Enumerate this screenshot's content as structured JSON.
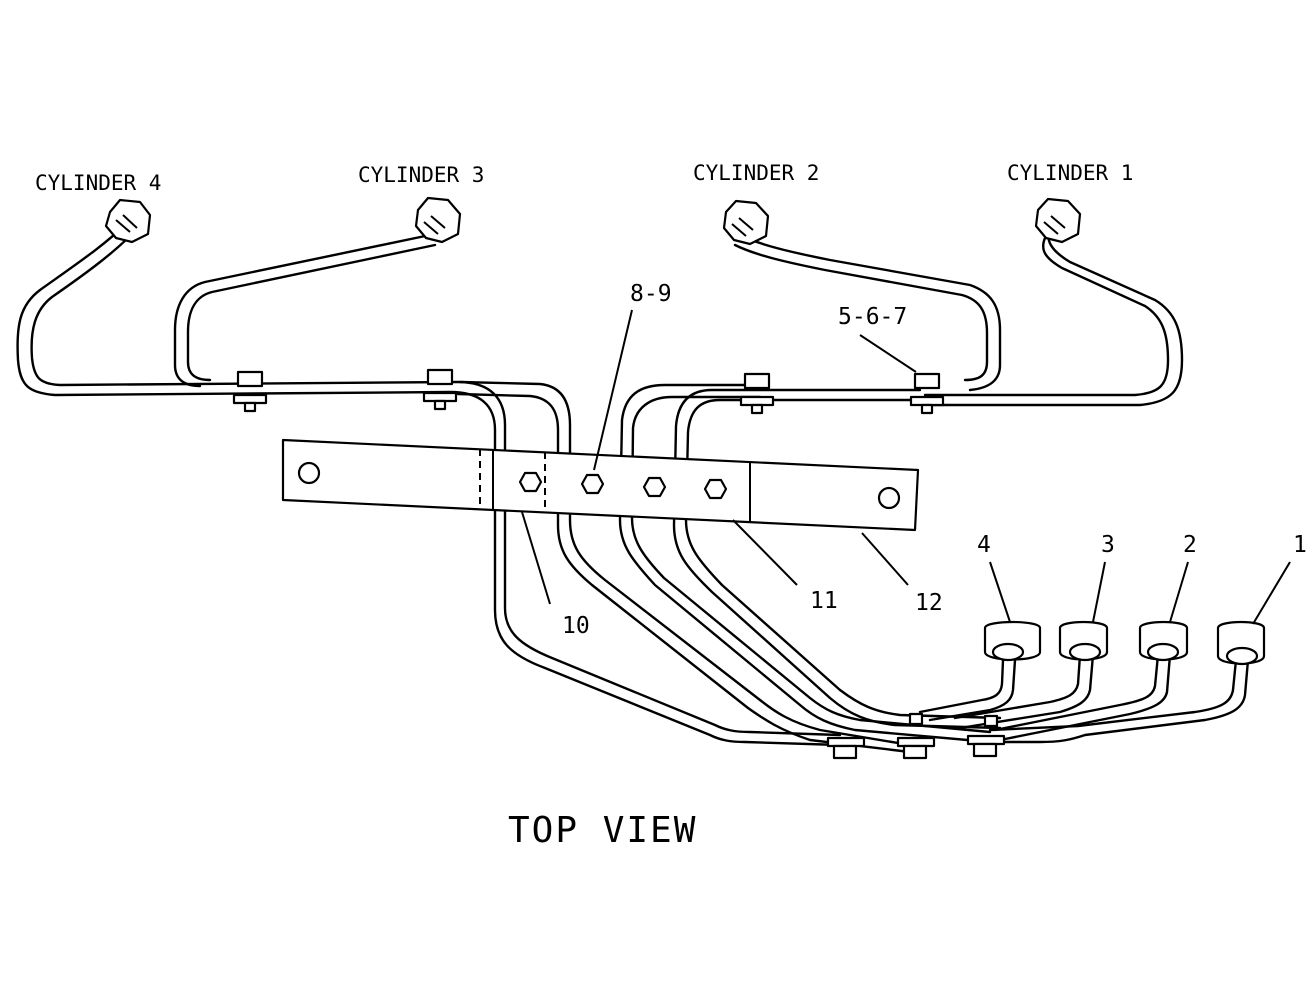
{
  "cylinders": {
    "c4": "CYLINDER 4",
    "c3": "CYLINDER 3",
    "c2": "CYLINDER 2",
    "c1": "CYLINDER 1"
  },
  "callouts": {
    "c8_9": "8-9",
    "c5_6_7": "5-6-7",
    "c10": "10",
    "c11": "11",
    "c12": "12",
    "pump4": "4",
    "pump3": "3",
    "pump2": "2",
    "pump1": "1"
  },
  "view_title": "TOP VIEW"
}
